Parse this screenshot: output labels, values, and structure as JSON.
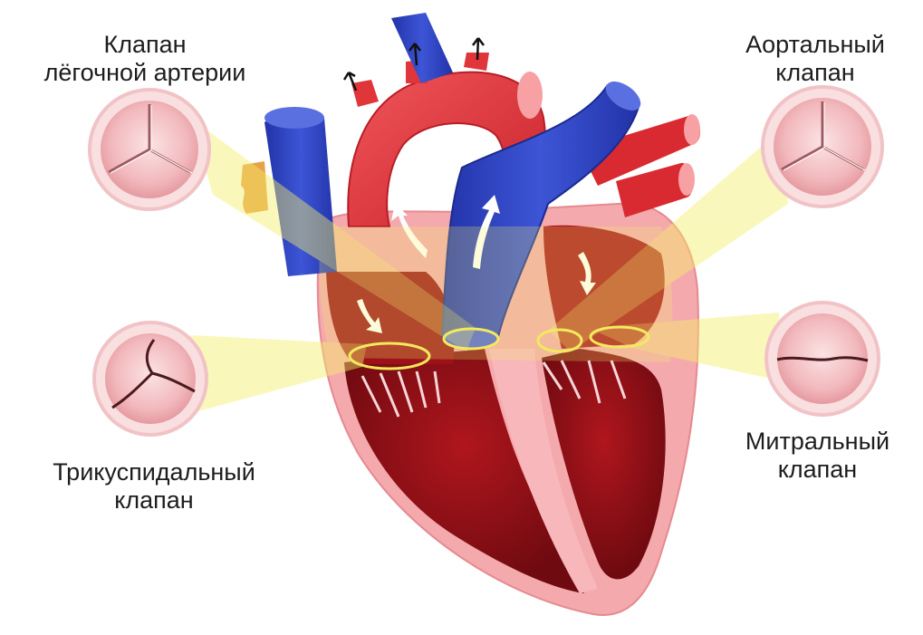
{
  "labels": {
    "pulmonary_valve": {
      "line1": "Клапан",
      "line2": "лёгочной артерии"
    },
    "aortic_valve": {
      "line1": "Аортальный",
      "line2": "клапан"
    },
    "tricuspid_valve": {
      "line1": "Трикуспидальный",
      "line2": "клапан"
    },
    "mitral_valve": {
      "line1": "Митральный",
      "line2": "клапан"
    }
  },
  "colors": {
    "artery_red": "#e0363a",
    "vein_blue": "#2b3fc0",
    "chamber_dark": "#8e1016",
    "wall_pink": "#f2a9ae",
    "highlight_yellow": "#f4ee6a",
    "valve_pink": "#f6c9cc"
  }
}
